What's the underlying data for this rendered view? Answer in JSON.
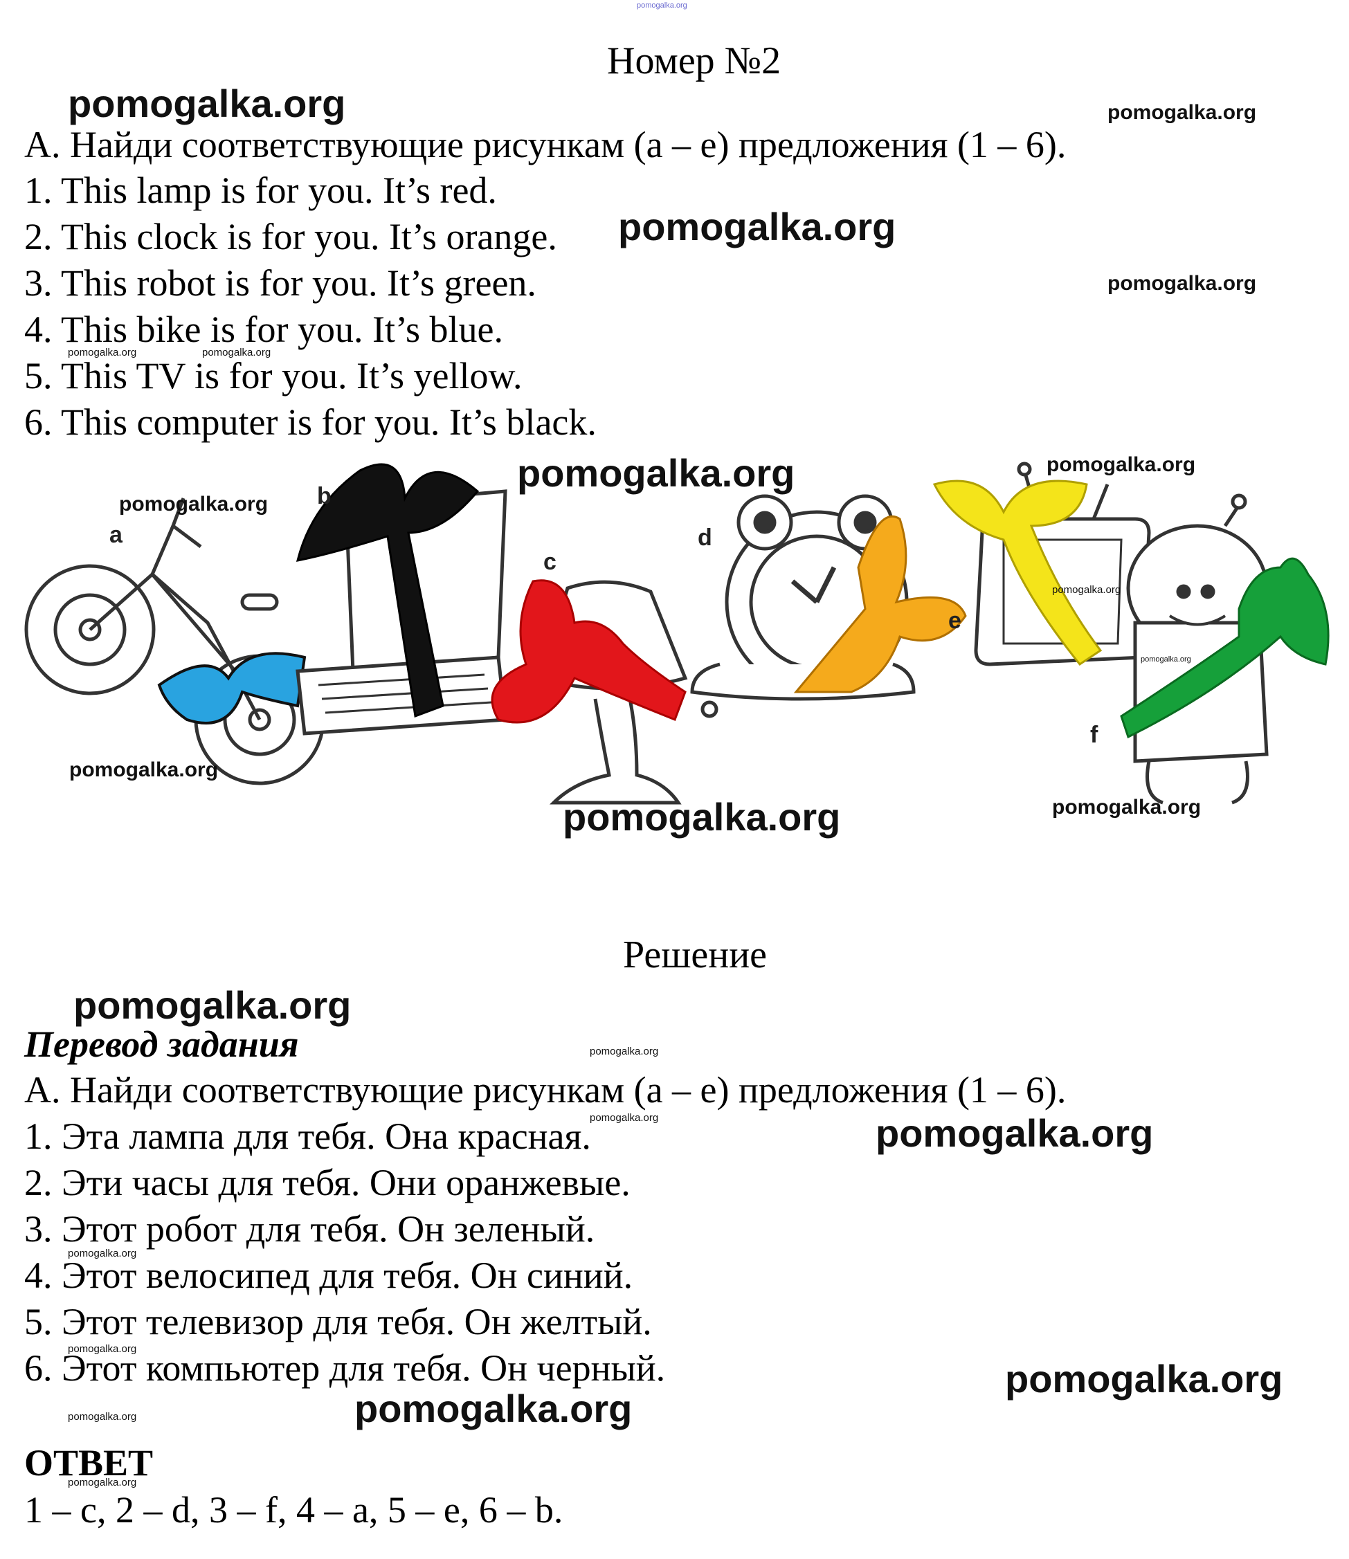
{
  "top_watermark": "pomogalka.org",
  "title": "Номер №2",
  "task": {
    "instruction": "A. Найди соответствующие рисункам (a – e) предложения (1 – 6).",
    "sentences": [
      "1. This lamp is for you. It’s red.",
      "2. This clock is for you. It’s orange.",
      "3. This robot is for you. It’s green.",
      "4. This bike is for you. It’s blue.",
      "5. This TV is for you. It’s yellow.",
      "6. This computer is for you. It’s black."
    ]
  },
  "picture": {
    "labels": [
      "a",
      "b",
      "c",
      "d",
      "e",
      "f"
    ],
    "colors": {
      "bike_bow": "#29a3e0",
      "computer_bow": "#111111",
      "lamp_bow": "#e2161b",
      "clock_bow": "#f5aa1c",
      "tv_bow": "#f4e41a",
      "robot_bow": "#16a03a"
    }
  },
  "solution": {
    "heading": "Решение",
    "translation_heading": "Перевод задания",
    "instruction": "A. Найди соответствующие рисункам (a – e) предложения (1 – 6).",
    "sentences": [
      "1. Эта лампа для тебя. Она красная.",
      "2. Эти часы для тебя. Они оранжевые.",
      "3. Этот робот для тебя. Он зеленый.",
      "4. Этот велосипед для тебя. Он синий.",
      "5. Этот телевизор для тебя. Он желтый.",
      "6. Этот компьютер для тебя. Он черный."
    ],
    "answer_heading": "ОТВЕТ",
    "answer": "1 – c, 2 – d, 3 – f, 4 – a, 5 – e, 6 – b."
  },
  "watermark": "pomogalka.org"
}
